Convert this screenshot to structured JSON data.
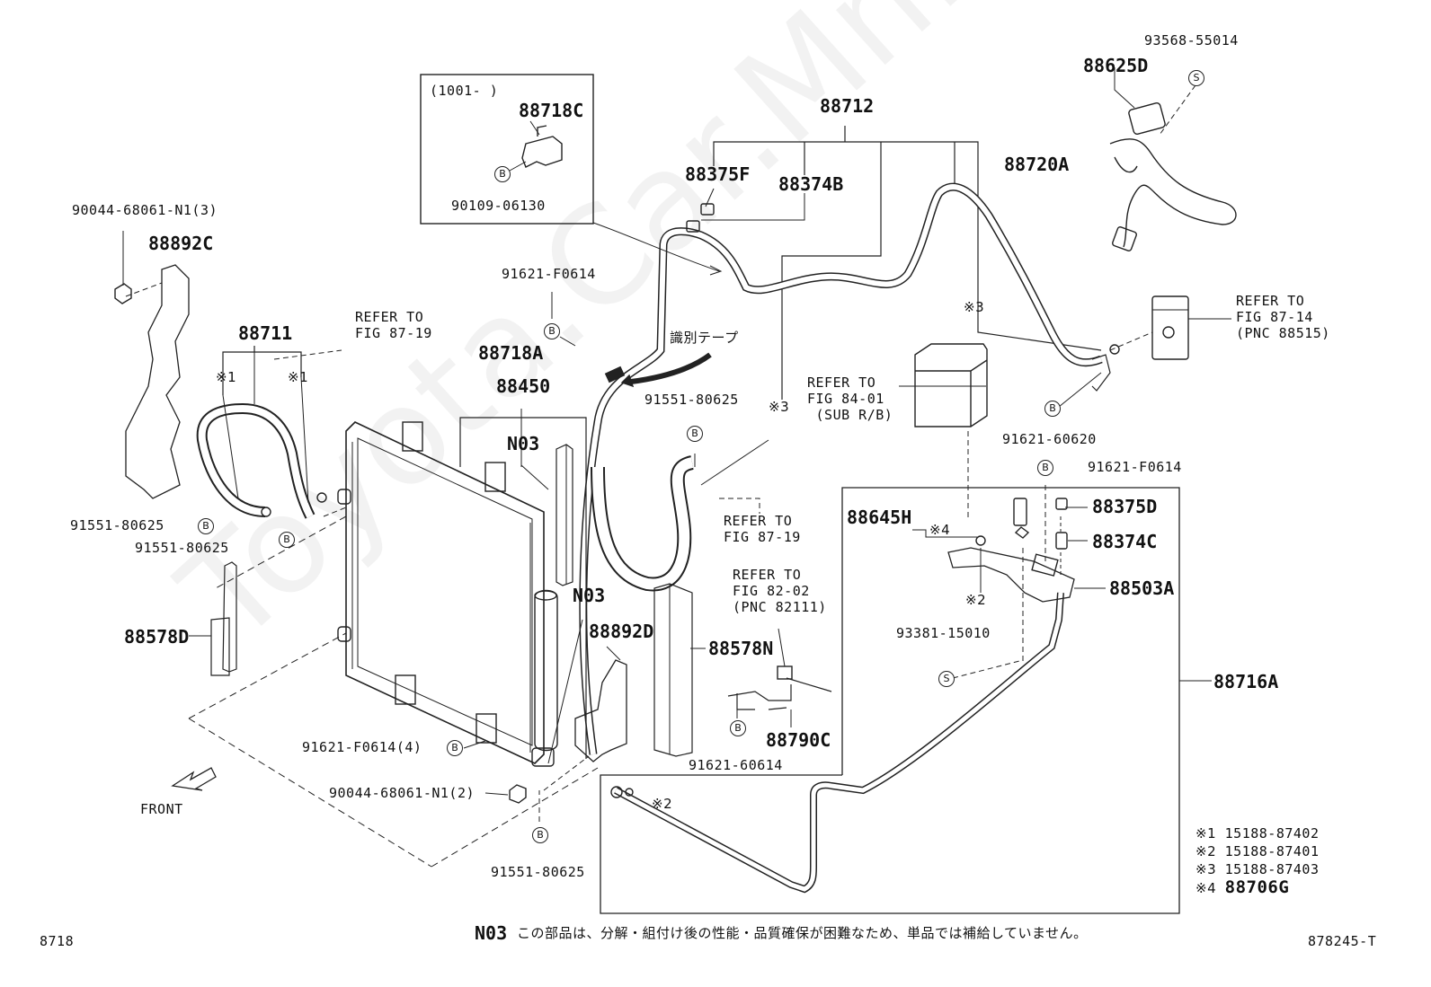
{
  "watermark": "Toyota.Car.Mn.ru",
  "page_code_left": "8718",
  "page_code_right": "878245-T",
  "inset_box": {
    "date_range": "(1001-    )",
    "part": "88718C",
    "bolt": "90109-06130"
  },
  "parts": {
    "p88712": "88712",
    "p88375F": "88375F",
    "p88374B": "88374B",
    "p93568": "93568-55014",
    "p88625D": "88625D",
    "p88720A": "88720A",
    "p90044_3": "90044-68061-N1(3)",
    "p88892C": "88892C",
    "p88711": "88711",
    "p91621F0614_top": "91621-F0614",
    "p88718A": "88718A",
    "p88450": "88450",
    "n03_a": "N03",
    "n03_b": "N03",
    "p91551_mid": "91551-80625",
    "p91551_l1": "91551-80625",
    "p91551_l2": "91551-80625",
    "p88578D": "88578D",
    "p88892D": "88892D",
    "p88578N": "88578N",
    "p91621_60614": "91621-60614",
    "p88790C": "88790C",
    "p91621F0614_4": "91621-F0614(4)",
    "p90044_2": "90044-68061-N1(2)",
    "p91551_bottom": "91551-80625",
    "p91621_60620": "91621-60620",
    "p91621F0614_right": "91621-F0614",
    "p88645H": "88645H",
    "p88375D": "88375D",
    "p88374C": "88374C",
    "p88503A": "88503A",
    "p93381": "93381-15010",
    "p88716A": "88716A",
    "front": "FRONT",
    "tape_jp": "識別テープ"
  },
  "marks": {
    "m1a": "※1",
    "m1b": "※1",
    "m3a": "※3",
    "m3b": "※3",
    "m4": "※4",
    "m2a": "※2",
    "m2b": "※2"
  },
  "refs": {
    "ref87_19_top": "REFER TO\nFIG 87-19",
    "ref84_01": "REFER TO\nFIG 84-01\n (SUB R/B)",
    "ref87_14": "REFER TO\nFIG 87-14\n(PNC 88515)",
    "ref87_19_mid": "REFER TO\nFIG 87-19",
    "ref82_02": "REFER TO\nFIG 82-02\n(PNC 82111)"
  },
  "legend": [
    {
      "mark": "※1",
      "part": "15188-87402"
    },
    {
      "mark": "※2",
      "part": "15188-87401"
    },
    {
      "mark": "※3",
      "part": "15188-87403"
    },
    {
      "mark": "※4",
      "part": "88706G"
    }
  ],
  "footnote": {
    "code": "N03",
    "text": "この部品は、分解・組付け後の性能・品質確保が困難なため、単品では補給していません。"
  },
  "symbols": {
    "bolt": "B",
    "seal": "S"
  }
}
